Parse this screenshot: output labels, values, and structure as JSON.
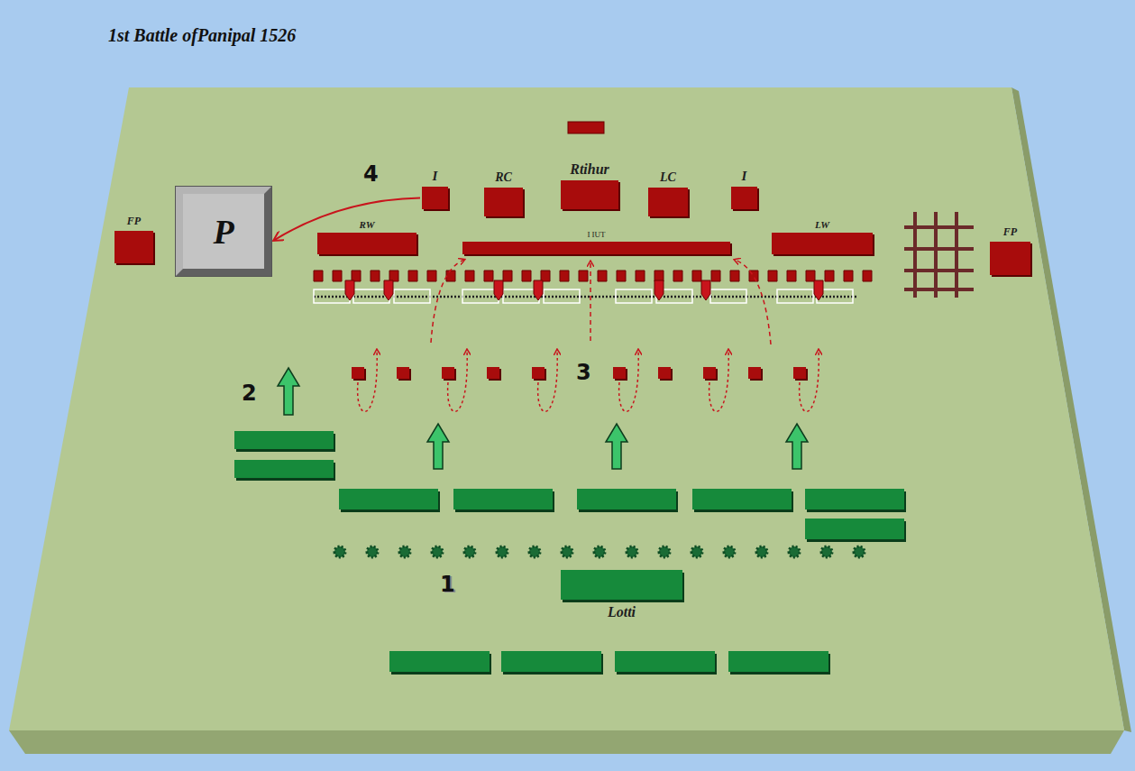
{
  "diagram": {
    "title": "1st Battle ofPanipal 1526",
    "nodes": [
      {
        "text": [
          "I"
        ]
      },
      {
        "text": [
          "RC"
        ]
      },
      {
        "text": [
          "Rtihur"
        ]
      },
      {
        "text": [
          "LC"
        ]
      },
      {
        "text": [
          "I"
        ]
      },
      {
        "text": [
          "P"
        ]
      },
      {
        "text": [
          "FP"
        ]
      },
      {
        "text": [
          "RW"
        ]
      },
      {
        "text": [
          "I IUT"
        ]
      },
      {
        "text": [
          "LW"
        ]
      },
      {
        "text": [
          "FP"
        ]
      },
      {
        "text": [
          "Lotti"
        ]
      }
    ],
    "edges": [
      {
        "from": 0,
        "to": 5,
        "arrow": "to"
      }
    ],
    "labels": [
      "4",
      "2",
      "3",
      "1"
    ]
  }
}
